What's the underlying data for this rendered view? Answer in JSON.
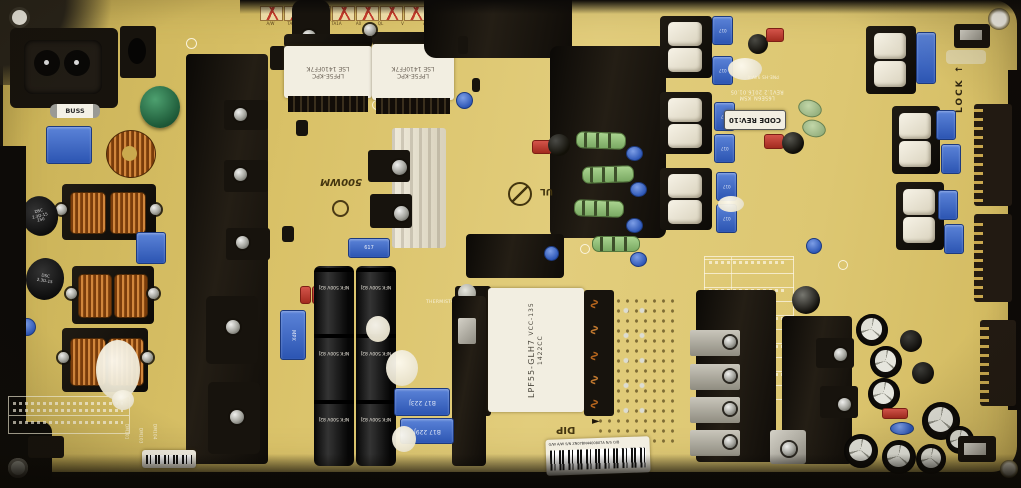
{
  "photo": {
    "subject": "LED TV switch-mode power supply board photographed on a dark background"
  },
  "stamps": {
    "labels": [
      "A/W",
      "TA1A",
      "S/W",
      "TA1A",
      "A0",
      "QL",
      "V",
      "A"
    ]
  },
  "fuse": {
    "label": "BUSS"
  },
  "line_filter": {
    "line1": "LPF5E-KPC",
    "line2": "LSE 1410FF7K"
  },
  "main_transformer": {
    "line1": "LPF55-GLH7",
    "line2": "VCC-135 1422CC"
  },
  "film_cap": {
    "text": "NFK 500V 82J"
  },
  "blue_caps": {
    "small": "017",
    "b17_1": "B17 223J",
    "b17_2": "B17 229J",
    "box617": "617",
    "mpx": "MPX"
  },
  "disc_cap": {
    "line1": "DSC",
    "line2": "2.3D-15",
    "line3": "250"
  },
  "silkscreen": {
    "model": "L65E6N_KSM",
    "rev": "REV1.2 2016.01.05",
    "code_rev": "CODE REV:10",
    "dip": "DIP",
    "lock": "LOCK",
    "brand_mark": "500WM",
    "thermistor": "THERMISTOR",
    "ul": "UL",
    "flammability": "PNE-HS 94V-0",
    "refs": [
      "DM101",
      "DM103",
      "DM104"
    ]
  },
  "serial_label": {
    "text": "G/W A/W  S/N ZN07BN4400807A  N/S O/B"
  },
  "symbols": {
    "ground": "▽",
    "arrow_right": "►",
    "arrow_up": "↑",
    "wire": "∿"
  },
  "colors": {
    "board": "#d9c167",
    "blue": "#3c68c8",
    "copper": "#c27a30",
    "black": "#17130e"
  }
}
